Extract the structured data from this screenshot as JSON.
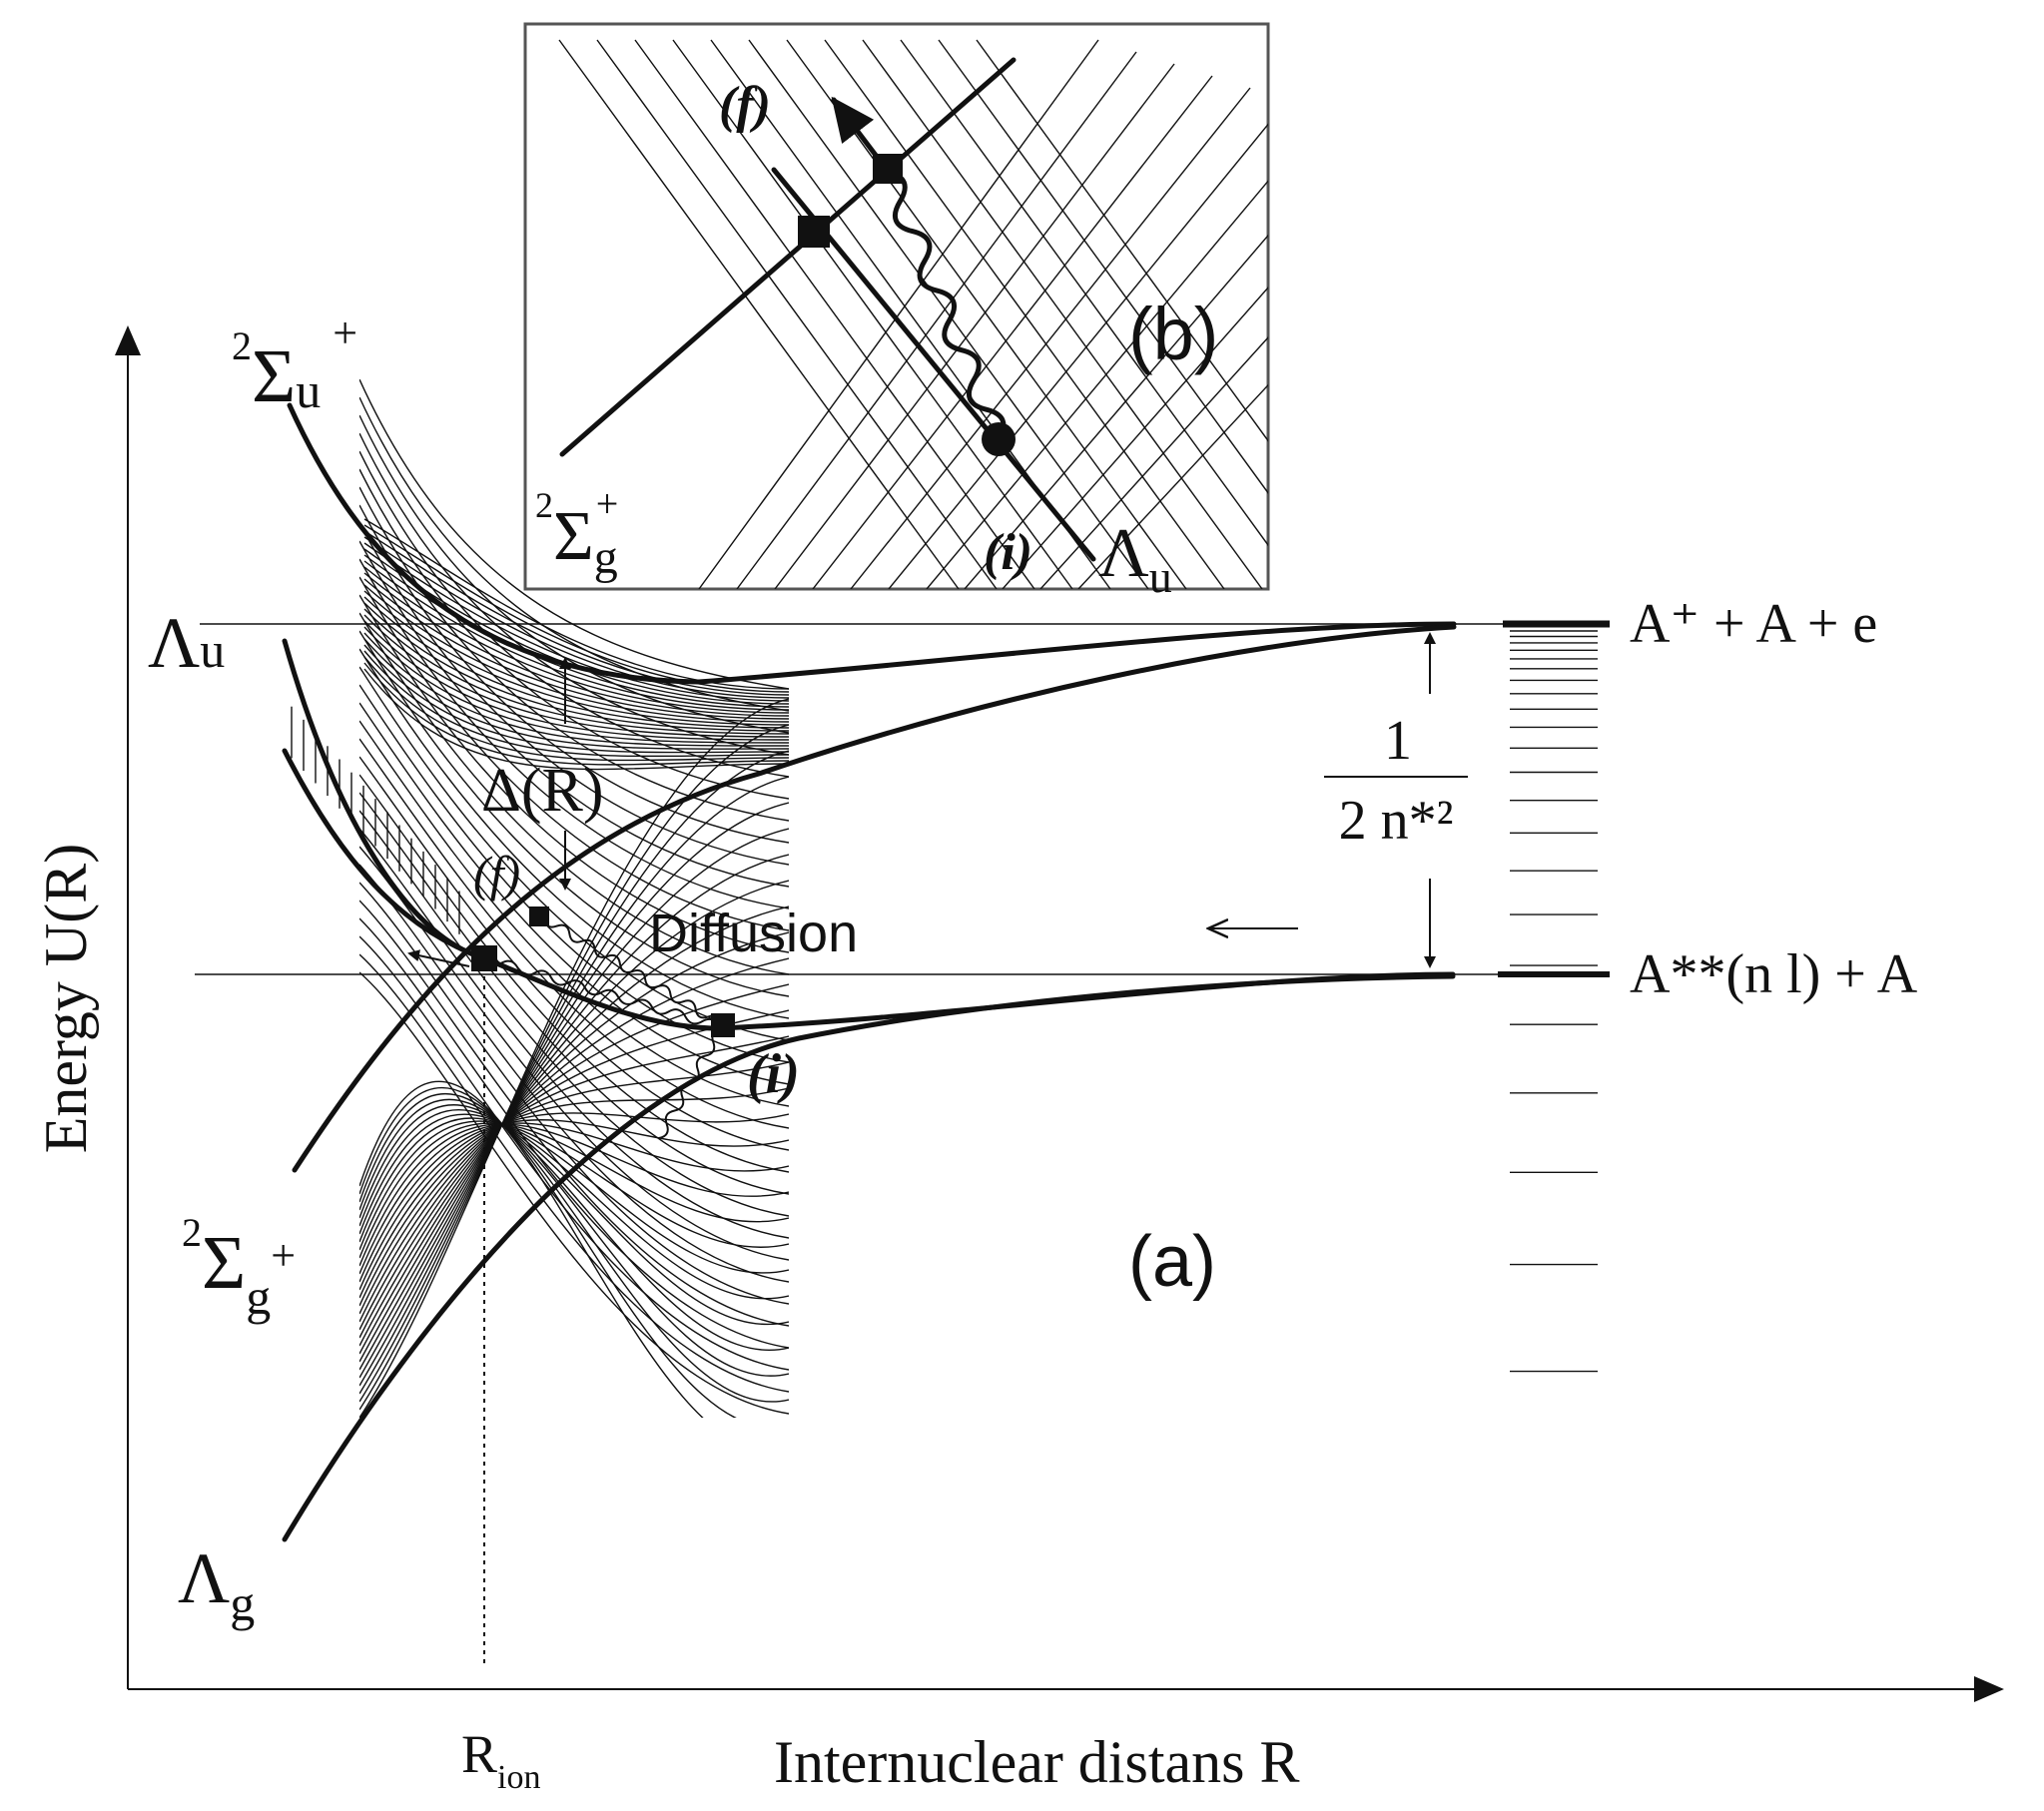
{
  "axes": {
    "y_label": "Energy  U(R)",
    "x_label": "Internuclear distans R",
    "r_ion": "R",
    "r_ion_sub": "ion"
  },
  "panel_a": {
    "label": "(a)",
    "sigma_u": {
      "base": "Σ",
      "pre": "2",
      "sub": "u",
      "sup": "+"
    },
    "sigma_g": {
      "base": "Σ",
      "pre": "2",
      "sub": "g",
      "sup": "+"
    },
    "lambda_u": {
      "base": "Λ",
      "sub": "u"
    },
    "lambda_g": {
      "base": "Λ",
      "sub": "g"
    },
    "delta_r": "Δ(R)",
    "f_label": "(f)",
    "i_label": "(i)",
    "diffusion": "Diffusion",
    "limit_upper": "A⁺ + A  + e",
    "limit_lower": "A**(n l) + A",
    "fraction_num": "1",
    "fraction_den": "2 n*²"
  },
  "panel_b": {
    "label": "(b)",
    "f_label": "(f)",
    "i_label": "(i)",
    "sigma_g": {
      "base": "Σ",
      "pre": "2",
      "sub": "g",
      "sup": "+"
    },
    "lambda_u": {
      "base": "Λ",
      "sub": "u"
    }
  }
}
